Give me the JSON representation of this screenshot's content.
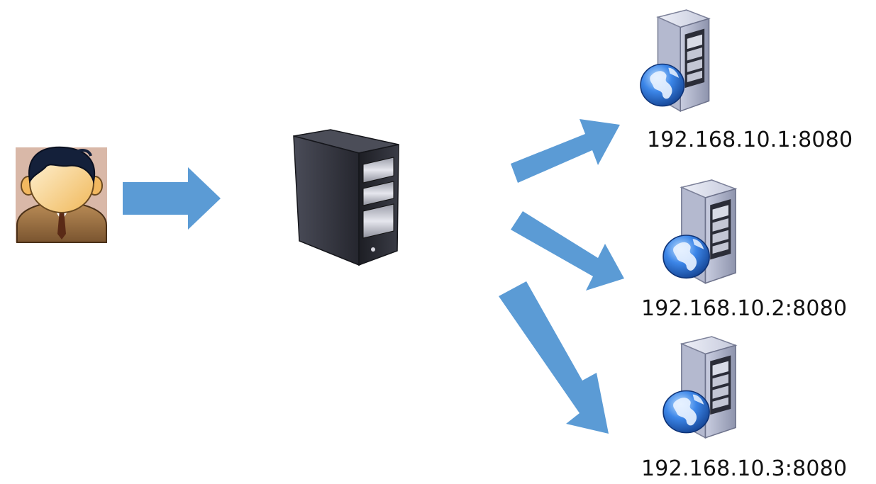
{
  "diagram": {
    "nodes": [
      {
        "id": "client",
        "kind": "user-icon"
      },
      {
        "id": "proxy",
        "kind": "server-tower-icon"
      },
      {
        "id": "backend-1",
        "kind": "web-server-icon",
        "label": "192.168.10.1:8080"
      },
      {
        "id": "backend-2",
        "kind": "web-server-icon",
        "label": "192.168.10.2:8080"
      },
      {
        "id": "backend-3",
        "kind": "web-server-icon",
        "label": "192.168.10.3:8080"
      }
    ],
    "edges": [
      {
        "from": "client",
        "to": "proxy"
      },
      {
        "from": "proxy",
        "to": "backend-1"
      },
      {
        "from": "proxy",
        "to": "backend-2"
      },
      {
        "from": "proxy",
        "to": "backend-3"
      }
    ],
    "colors": {
      "arrow": "#5b9bd5",
      "globe": "#2f6fd0",
      "server_body": "#a9afc4",
      "tower": "#2a2b33"
    }
  }
}
